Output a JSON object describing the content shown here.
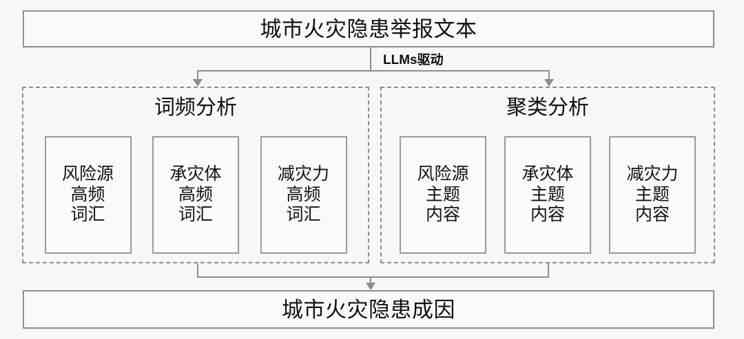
{
  "diagram": {
    "top_node": {
      "label": "城市火灾隐患举报文本"
    },
    "edge_label": {
      "text": "LLMs驱动"
    },
    "panels": [
      {
        "id": "word-frequency-analysis",
        "title": "词频分析",
        "items": [
          {
            "id": "risk-source-high-freq-words",
            "label": "风险源\n高频\n词汇"
          },
          {
            "id": "hazard-bearing-body-high-freq-words",
            "label": "承灾体\n高频\n词汇"
          },
          {
            "id": "disaster-mitigation-capacity-high-freq-words",
            "label": "减灾力\n高频\n词汇"
          }
        ]
      },
      {
        "id": "cluster-analysis",
        "title": "聚类分析",
        "items": [
          {
            "id": "risk-source-topic-content",
            "label": "风险源\n主题\n内容"
          },
          {
            "id": "hazard-bearing-body-topic-content",
            "label": "承灾体\n主题\n内容"
          },
          {
            "id": "disaster-mitigation-capacity-topic-content",
            "label": "减灾力\n主题\n内容"
          }
        ]
      }
    ],
    "bottom_node": {
      "label": "城市火灾隐患成因"
    },
    "colors": {
      "background": "#f7f7f7",
      "box_fill": "#fafafa",
      "border": "#8d8d8d",
      "text": "#111111"
    }
  }
}
